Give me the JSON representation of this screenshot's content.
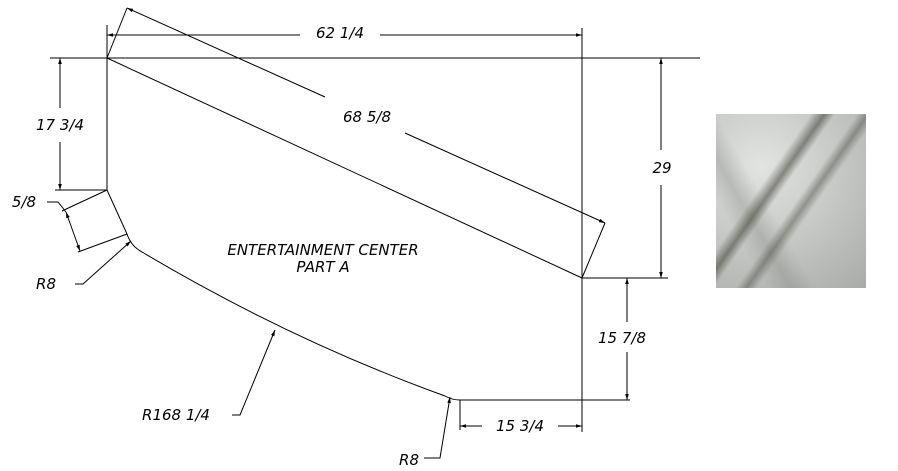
{
  "drawing": {
    "title_line1": "ENTERTAINMENT CENTER",
    "title_line2": "PART A",
    "dimensions": {
      "top_width": "62 1/4",
      "diagonal": "68 5/8",
      "left_height": "17 3/4",
      "chamfer": "5/8",
      "right_height": "29",
      "right_lower_height": "15 7/8",
      "bottom_width": "15 3/4",
      "radius_top_corner": "R8",
      "radius_arc": "R168 1/4",
      "radius_bottom_corner": "R8"
    }
  },
  "material_swatch": {
    "name": "marble-swatch"
  }
}
